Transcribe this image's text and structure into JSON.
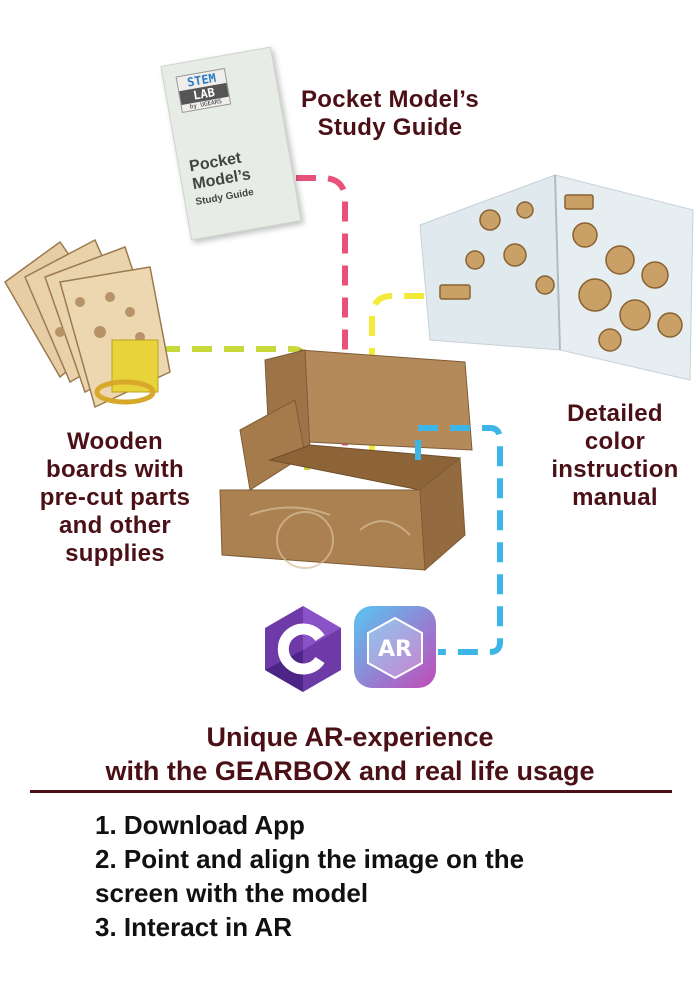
{
  "labels": {
    "study_guide": [
      "Pocket Model’s",
      "Study Guide"
    ],
    "manual": [
      "Detailed",
      "color",
      "instruction",
      "manual"
    ],
    "boards": [
      "Wooden",
      "boards with",
      "pre-cut parts",
      "and other",
      "supplies"
    ]
  },
  "booklet": {
    "logo_top": "STEM",
    "logo_bottom": "LAB",
    "logo_by": "by UGEARS",
    "title_1": "Pocket",
    "title_2": "Model’s",
    "title_3": "Study Guide"
  },
  "ar_icon_text": "AR",
  "headline": [
    "Unique AR-experience",
    "with the GEARBOX and real life usage"
  ],
  "steps": [
    "1. Download App",
    "2. Point and align the image on the",
    "screen with the model",
    "3. Interact in AR"
  ],
  "colors": {
    "label_text": "#4a1016",
    "pink_line": "#e8527a",
    "yellow_line": "#f3ea3c",
    "green_line": "#c7d83a",
    "blue_line": "#3db5e6",
    "cardboard": "#a57a4b"
  }
}
